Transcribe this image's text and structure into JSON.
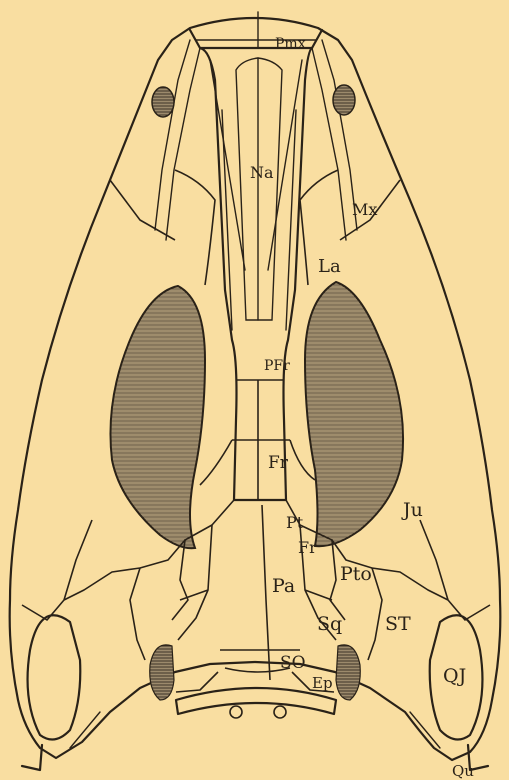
{
  "figure": {
    "labels": {
      "pmx": "Pmx",
      "na": "Na",
      "mx": "Mx",
      "la": "La",
      "prf": "PFr",
      "fr": "Fr",
      "ju": "Ju",
      "pt": "Pt",
      "fr2": "Fr",
      "pto": "Pto",
      "pa": "Pa",
      "sq": "Sq",
      "st": "ST",
      "so": "SO",
      "ep": "Ep",
      "qj": "QJ",
      "qu": "Qu"
    },
    "colors": {
      "background": "#f9dea1",
      "ink": "#2a2218",
      "hatch": "#7a6a55"
    }
  }
}
